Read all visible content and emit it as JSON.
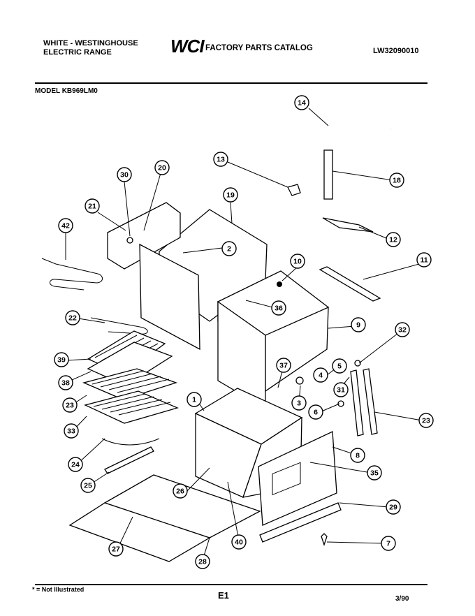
{
  "header": {
    "brand_line1": "WHITE - WESTINGHOUSE",
    "brand_line2": "ELECTRIC RANGE",
    "logo_text": "WCI",
    "catalog_title": "FACTORY PARTS CATALOG",
    "catalog_number": "LW32090010",
    "model_label": "MODEL KB969LM0"
  },
  "callouts": [
    "14",
    "13",
    "18",
    "19",
    "20",
    "30",
    "21",
    "42",
    "2",
    "12",
    "10",
    "11",
    "36",
    "9",
    "22",
    "39",
    "38",
    "37",
    "32",
    "4",
    "5",
    "31",
    "3",
    "6",
    "1",
    "23",
    "23",
    "33",
    "8",
    "24",
    "35",
    "25",
    "26",
    "29",
    "27",
    "40",
    "7",
    "28"
  ],
  "footer": {
    "note": "* = Not Illustrated",
    "page_code": "E1",
    "date": "3/90"
  }
}
